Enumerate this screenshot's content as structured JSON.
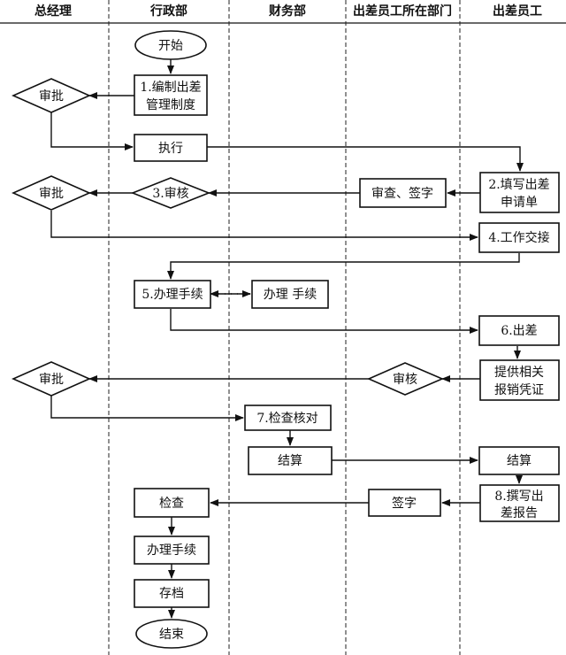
{
  "lanes": [
    "总经理",
    "行政部",
    "财务部",
    "出差员工所在部门",
    "出差员工"
  ],
  "nodes": {
    "start": "开始",
    "draft_rules": [
      "1.编制出差",
      "管理制度"
    ],
    "gm_approve_1": "审批",
    "execute": "执行",
    "fill_form": [
      "2.填写出差",
      "申请单"
    ],
    "dept_review_sign": "审查、签字",
    "admin_audit": "3.审核",
    "gm_approve_2": "审批",
    "handover": "4.工作交接",
    "admin_procedures": "5.办理手续",
    "finance_procedures": "办理 手续",
    "business_trip": "6.出差",
    "provide_vouchers": [
      "提供相关",
      "报销凭证"
    ],
    "dept_audit": "审核",
    "gm_approve_3": "审批",
    "finance_check": "7.检查核对",
    "finance_settle": "结算",
    "employee_settle": "结算",
    "write_report": [
      "8.撰写出",
      "差报告"
    ],
    "dept_sign": "签字",
    "admin_check": "检查",
    "admin_handle": "办理手续",
    "archive": "存档",
    "end": "结束"
  }
}
